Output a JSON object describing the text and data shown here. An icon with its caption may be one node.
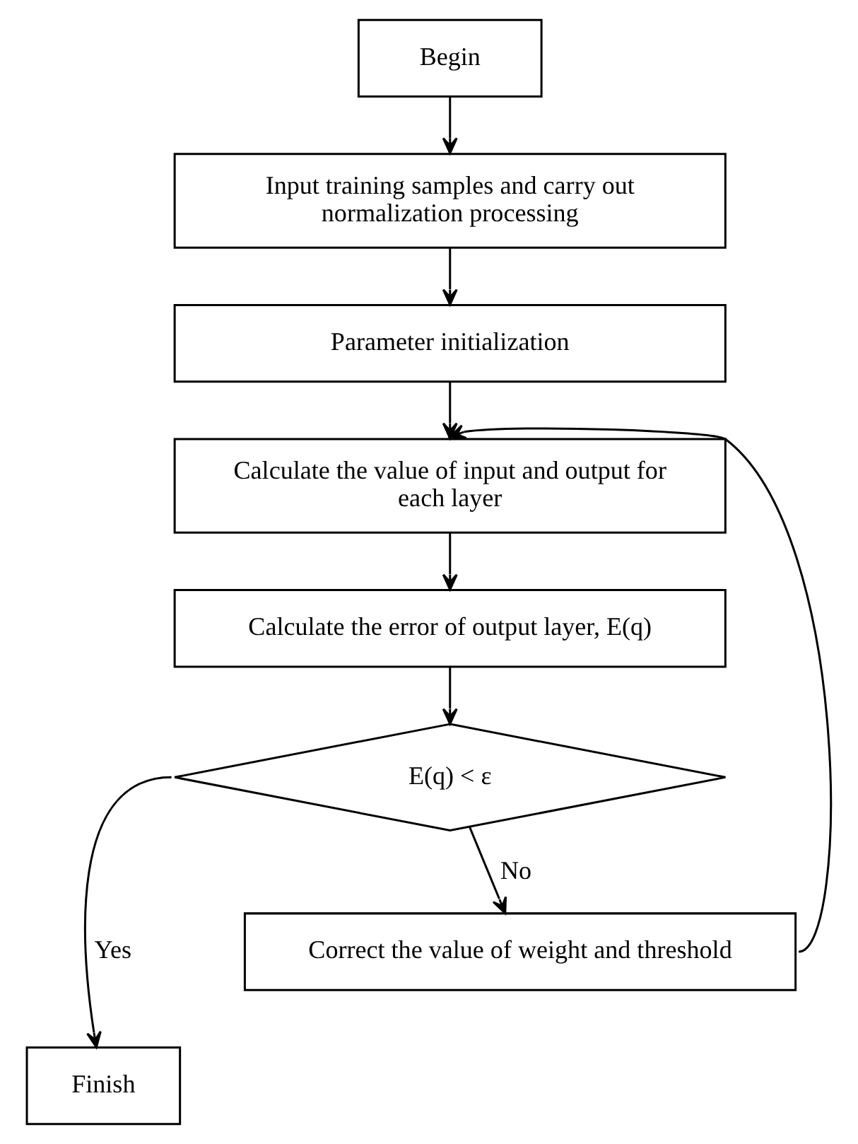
{
  "diagram": {
    "nodes": [
      {
        "text": [
          "Begin"
        ]
      },
      {
        "text": [
          "Input training samples and carry out normalization processing"
        ]
      },
      {
        "text": [
          "Parameter initialization"
        ]
      },
      {
        "text": [
          "Calculate the value of input and output for each layer"
        ]
      },
      {
        "text": [
          "Calculate the error of output layer, E(q)"
        ]
      },
      {
        "text": [
          "E(q) < ε"
        ]
      },
      {
        "text": [
          "Correct the value of weight and threshold"
        ]
      },
      {
        "text": [
          "Finish"
        ]
      }
    ],
    "edges": [
      {
        "from": 0,
        "to": 1,
        "arrow": "to"
      },
      {
        "from": 1,
        "to": 2,
        "arrow": "to"
      },
      {
        "from": 2,
        "to": 3,
        "arrow": "to"
      },
      {
        "from": 3,
        "to": 4,
        "arrow": "to"
      },
      {
        "from": 4,
        "to": 5,
        "arrow": "to"
      },
      {
        "from": 5,
        "to": 7,
        "arrow": "to",
        "label": "Yes"
      },
      {
        "from": 5,
        "to": 6,
        "arrow": "to",
        "label": "No"
      },
      {
        "from": 6,
        "to": 3,
        "arrow": "to"
      }
    ]
  }
}
